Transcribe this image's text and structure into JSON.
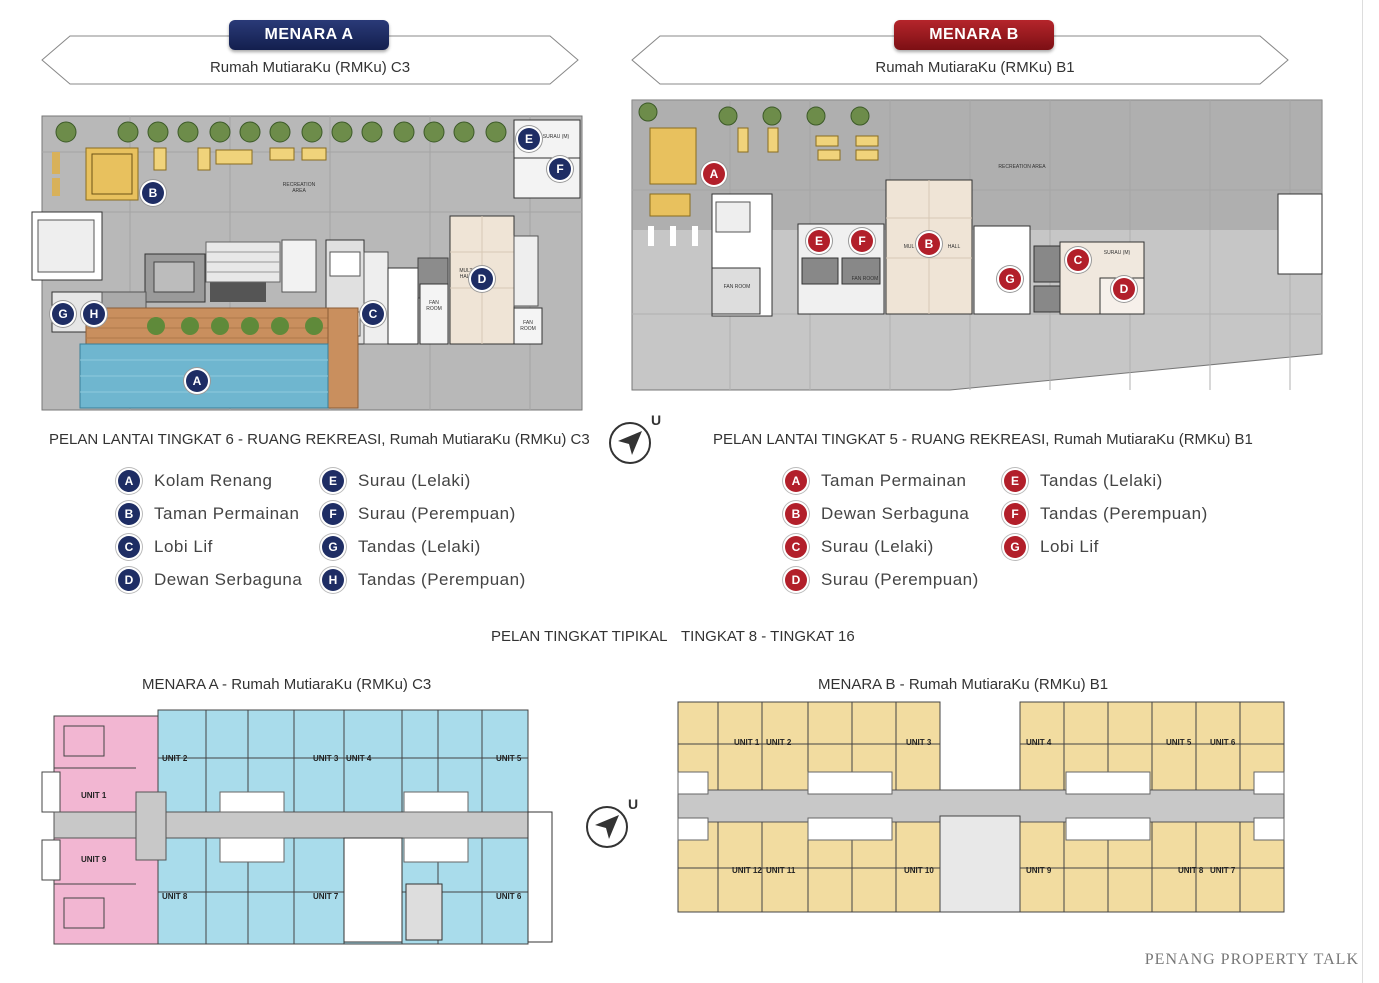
{
  "tower_a": {
    "name": "MENARA A",
    "subtitle": "Rumah MutiaraKu (RMKu) C3",
    "plan_title": "PELAN LANTAI TINGKAT 6 - RUANG REKREASI, Rumah MutiaraKu (RMKu) C3",
    "map_labels": {
      "recreation": "RECREATION AREA",
      "surau": "SURAU (M)",
      "hall": "MULT HALL",
      "fan_room": "FAN ROOM",
      "fan_room2": "FAN ROOM"
    },
    "legend": [
      {
        "key": "A",
        "label": "Kolam Renang"
      },
      {
        "key": "B",
        "label": "Taman Permainan"
      },
      {
        "key": "C",
        "label": "Lobi Lif"
      },
      {
        "key": "D",
        "label": "Dewan Serbaguna"
      },
      {
        "key": "E",
        "label": "Surau (Lelaki)"
      },
      {
        "key": "F",
        "label": "Surau (Perempuan)"
      },
      {
        "key": "G",
        "label": "Tandas (Lelaki)"
      },
      {
        "key": "H",
        "label": "Tandas (Perempuan)"
      }
    ],
    "typical_title": "MENARA A - Rumah MutiaraKu (RMKu) C3",
    "units": [
      "UNIT 1",
      "UNIT 2",
      "UNIT 3",
      "UNIT 4",
      "UNIT 5",
      "UNIT 6",
      "UNIT 7",
      "UNIT 8",
      "UNIT 9"
    ]
  },
  "tower_b": {
    "name": "MENARA B",
    "subtitle": "Rumah MutiaraKu (RMKu) B1",
    "plan_title": "PELAN LANTAI TINGKAT 5 - RUANG REKREASI, Rumah MutiaraKu (RMKu) B1",
    "map_labels": {
      "recreation": "RECREATION AREA",
      "surau": "SURAU (M)",
      "hall_left": "MUL",
      "hall_right": "HALL",
      "fan_room": "FAN ROOM",
      "fan_room2": "FAN ROOM"
    },
    "legend": [
      {
        "key": "A",
        "label": "Taman Permainan"
      },
      {
        "key": "B",
        "label": "Dewan Serbaguna"
      },
      {
        "key": "C",
        "label": "Surau (Lelaki)"
      },
      {
        "key": "D",
        "label": "Surau (Perempuan)"
      },
      {
        "key": "E",
        "label": "Tandas (Lelaki)"
      },
      {
        "key": "F",
        "label": "Tandas (Perempuan)"
      },
      {
        "key": "G",
        "label": "Lobi Lif"
      }
    ],
    "typical_title": "MENARA B - Rumah MutiaraKu (RMKu) B1",
    "units": [
      "UNIT 1",
      "UNIT 2",
      "UNIT 3",
      "UNIT 4",
      "UNIT 5",
      "UNIT 6",
      "UNIT 7",
      "UNIT 8",
      "UNIT 9",
      "UNIT 10",
      "UNIT 11",
      "UNIT 12"
    ]
  },
  "typical": {
    "title": "PELAN TINGKAT TIPIKAL",
    "range": "TINGKAT 8 -  TINGKAT 16"
  },
  "compass": {
    "letter": "U"
  },
  "watermark": "PENANG PROPERTY TALK",
  "colors": {
    "tower_a": "#1e2d64",
    "tower_b": "#b21f2a",
    "pink_unit": "#f2b6d2",
    "blue_unit": "#a9dceb",
    "yellow_unit": "#f2dca0",
    "pool": "#6fb6cf",
    "deck": "#c98f5e"
  }
}
